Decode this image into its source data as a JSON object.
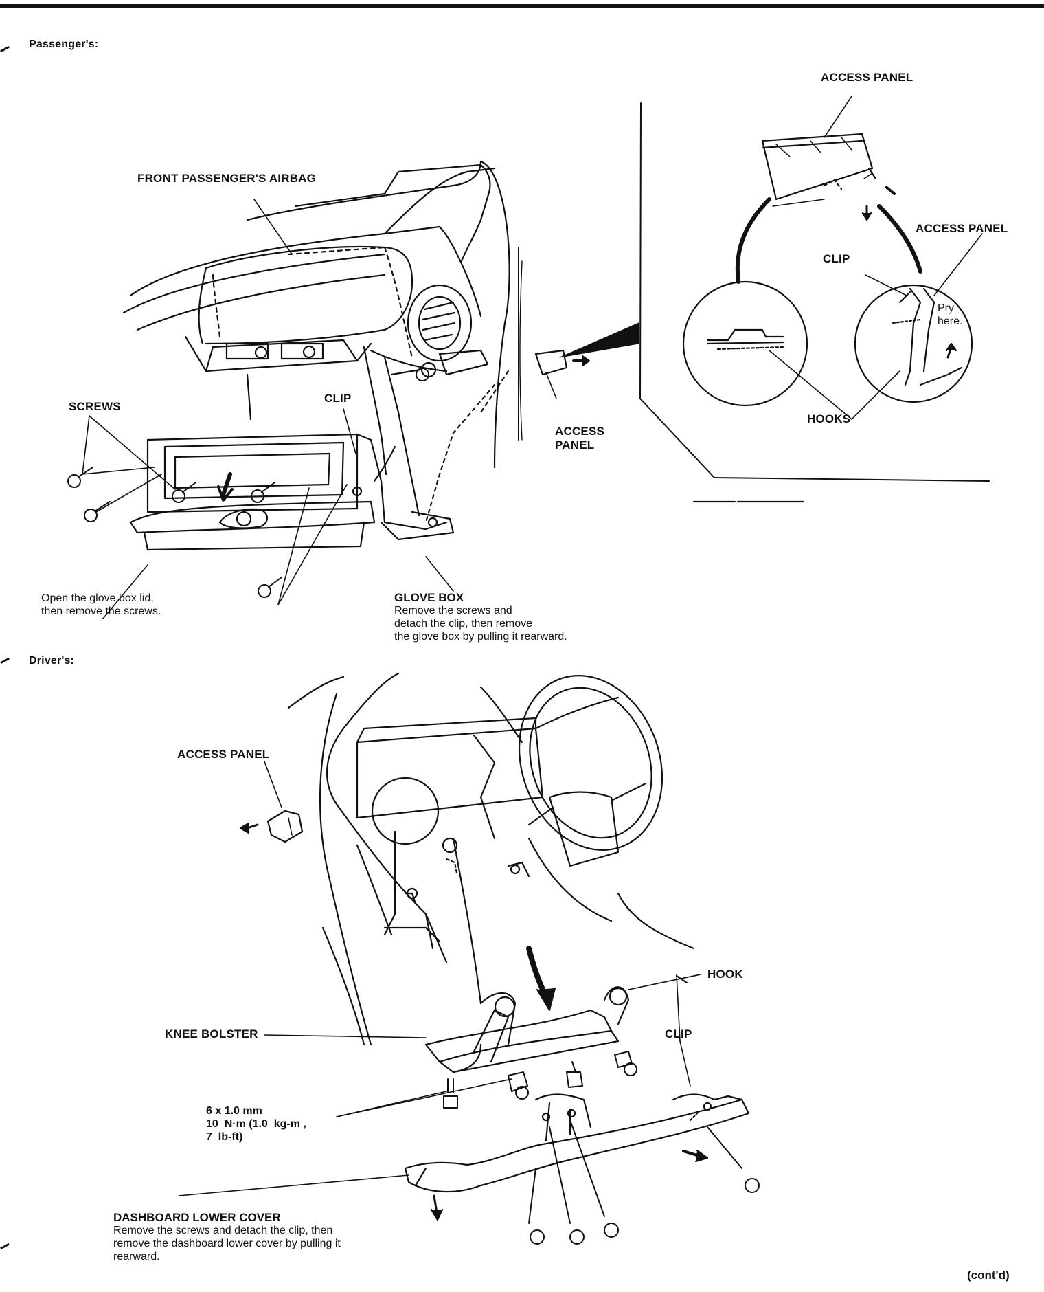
{
  "passenger": {
    "heading": "Passenger's:",
    "access_panel_top": "ACCESS PANEL",
    "airbag": "FRONT PASSENGER'S AIRBAG",
    "access_panel_right": "ACCESS PANEL",
    "clip_detail": "CLIP",
    "pry_here": "Pry\nhere.",
    "hooks": "HOOKS",
    "screws": "SCREWS",
    "clip": "CLIP",
    "access_panel_mid": "ACCESS\nPANEL",
    "open_note": "Open the glove box lid,\nthen remove the screws.",
    "glove_box_title": "GLOVE BOX",
    "glove_box_note": "Remove the screws and\ndetach the clip, then remove\nthe glove box by pulling it rearward."
  },
  "driver": {
    "heading": "Driver's:",
    "access_panel": "ACCESS PANEL",
    "hook": "HOOK",
    "knee_bolster": "KNEE BOLSTER",
    "clip": "CLIP",
    "spec": "6 x 1.0 mm\n10  N·m (1.0  kg-m ,\n7  lb-ft)",
    "cover_title": "DASHBOARD LOWER COVER",
    "cover_note": "Remove the screws and detach the clip, then\nremove the dashboard lower cover by pulling it\nrearward."
  },
  "footer": {
    "contd": "(cont'd)"
  }
}
